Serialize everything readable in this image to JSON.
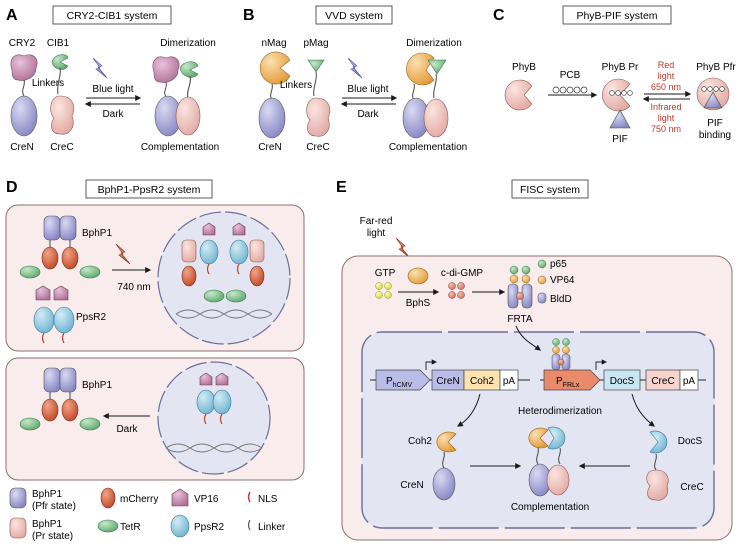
{
  "panels": {
    "A": {
      "letter": "A",
      "title": "CRY2-CIB1 system",
      "labels": {
        "cry2": "CRY2",
        "cib1": "CIB1",
        "linkers": "Linkers",
        "cren": "CreN",
        "crec": "CreC",
        "light": "Blue light",
        "dark": "Dark",
        "dimerization": "Dimerization",
        "complementation": "Complementation"
      }
    },
    "B": {
      "letter": "B",
      "title": "VVD system",
      "labels": {
        "nmag": "nMag",
        "pmag": "pMag",
        "linkers": "Linkers",
        "cren": "CreN",
        "crec": "CreC",
        "light": "Blue light",
        "dark": "Dark",
        "dimerization": "Dimerization",
        "complementation": "Complementation"
      }
    },
    "C": {
      "letter": "C",
      "title": "PhyB-PIF system",
      "labels": {
        "phyb": "PhyB",
        "pcb": "PCB",
        "phyb_pr": "PhyB Pr",
        "phyb_pfr": "PhyB Pfr",
        "pif": "PIF",
        "pif_binding_1": "PIF",
        "pif_binding_2": "binding",
        "red_1": "Red",
        "red_2": "light",
        "red_3": "650 nm",
        "ir_1": "Infrared",
        "ir_2": "light",
        "ir_3": "750 nm"
      }
    },
    "D": {
      "letter": "D",
      "title": "BphP1-PpsR2 system",
      "labels": {
        "bphp1_top": "BphP1",
        "ppsr2": "PpsR2",
        "wavelength": "740 nm",
        "bphp1_bottom": "BphP1",
        "dark": "Dark"
      },
      "legend": {
        "bphp1_pfr_1": "BphP1",
        "bphp1_pfr_2": "(Pfr state)",
        "bphp1_pr_1": "BphP1",
        "bphp1_pr_2": "(Pr state)",
        "mcherry": "mCherry",
        "tetr": "TetR",
        "vp16": "VP16",
        "ppsr2": "PpsR2",
        "nls": "NLS",
        "linker": "Linker"
      }
    },
    "E": {
      "letter": "E",
      "title": "FISC system",
      "labels": {
        "farred_1": "Far-red",
        "farred_2": "light",
        "gtp": "GTP",
        "bphs": "BphS",
        "cdigmp": "c-di-GMP",
        "p65": "p65",
        "vp64": "VP64",
        "bldd": "BldD",
        "frta": "FRTA",
        "p_hcmv_main": "P",
        "p_hcmv_sub": "hCMV",
        "cren_box": "CreN",
        "coh2_box": "Coh2",
        "pa1": "pA",
        "p_frl_main": "P",
        "p_frl_sub": "FRLx",
        "docs_box": "DocS",
        "crec_box": "CreC",
        "pa2": "pA",
        "heterodimerization": "Heterodimerization",
        "coh2": "Coh2",
        "cren": "CreN",
        "docs": "DocS",
        "crec": "CreC",
        "complementation": "Complementation"
      }
    }
  },
  "colors": {
    "lavender": "#9b9bd0",
    "pink": "#efc2bd",
    "mauve": "#c48aaf",
    "green": "#7fbf8a",
    "orange": "#f0b560",
    "mcherry": "#d3613f",
    "cyan": "#8ec9e0",
    "yellow": "#f2ec5a",
    "red_text": "#c0392b",
    "cell": "#f8ecec",
    "nucleus": "#e4e5f3"
  }
}
